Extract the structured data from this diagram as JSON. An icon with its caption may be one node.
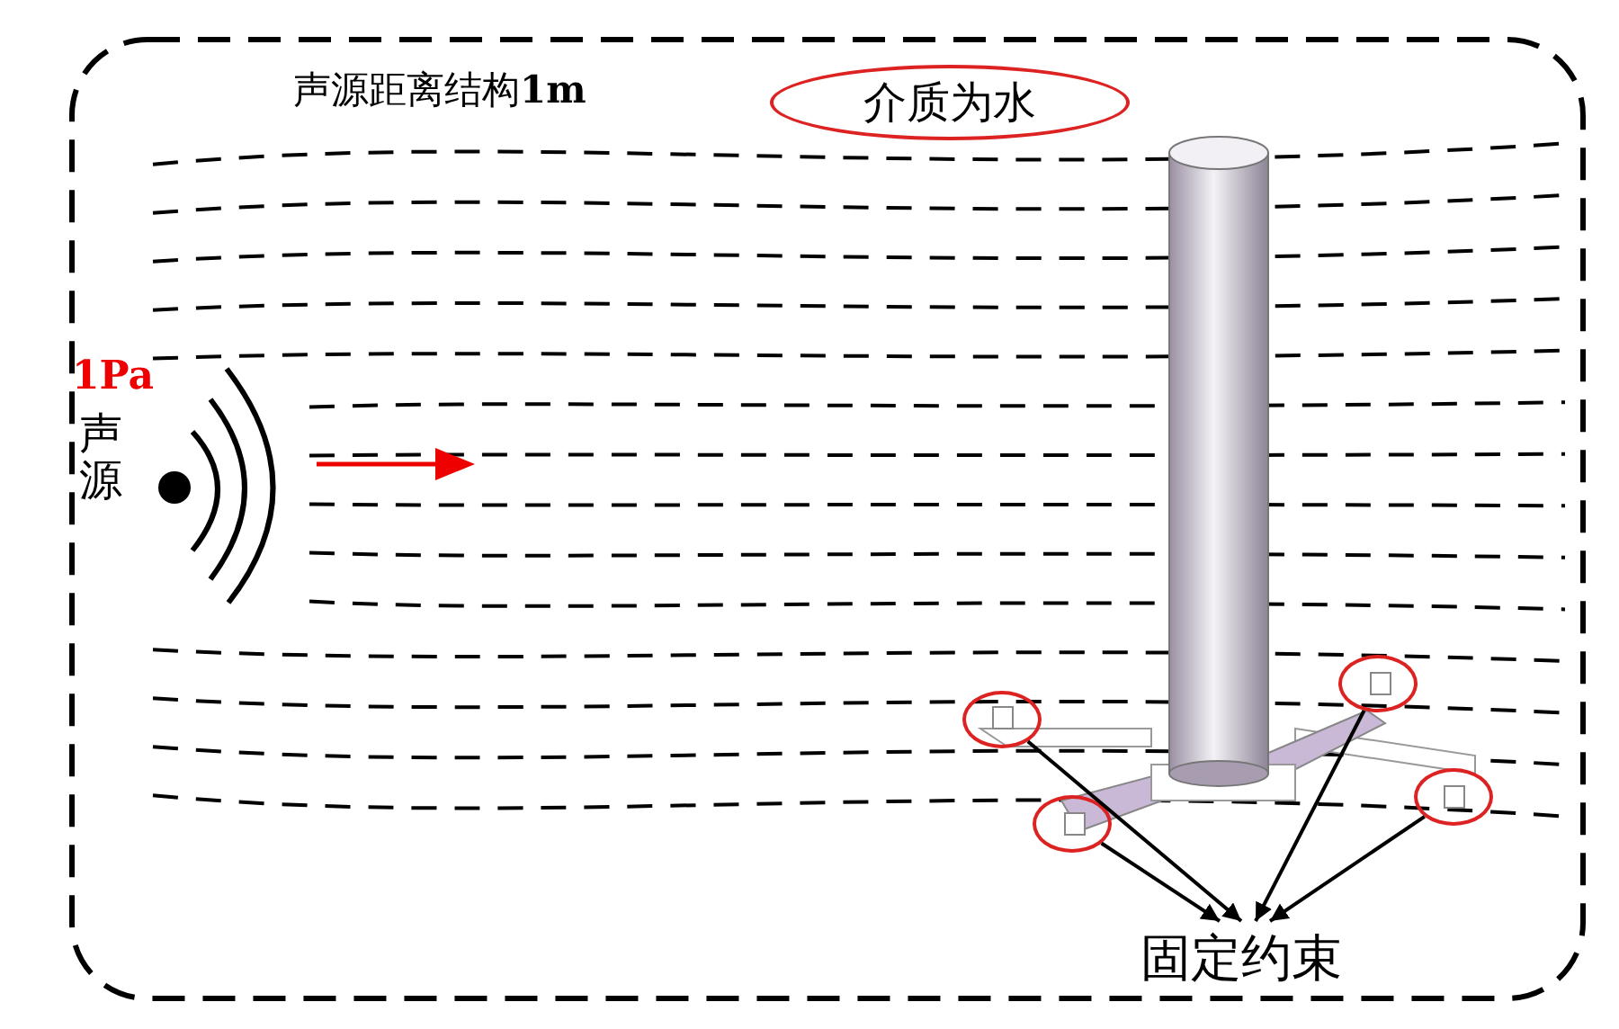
{
  "diagram": {
    "nodes": [
      {
        "text": [
          "介质为水"
        ]
      },
      {
        "text": [
          "固定约束"
        ]
      },
      {
        "text": [],
        "shape": "circle"
      },
      {
        "text": [],
        "shape": "circle"
      },
      {
        "text": [],
        "shape": "circle"
      },
      {
        "text": [],
        "shape": "circle"
      }
    ],
    "edges": [
      {
        "from": 2,
        "to": 1,
        "arrow": "to"
      },
      {
        "from": 3,
        "to": 1,
        "arrow": "to"
      },
      {
        "from": 4,
        "to": 1,
        "arrow": "to"
      },
      {
        "from": 5,
        "to": 1,
        "arrow": "to"
      }
    ],
    "labels": [
      "声源距离结构**1m**",
      "1Pa",
      "声源"
    ]
  }
}
